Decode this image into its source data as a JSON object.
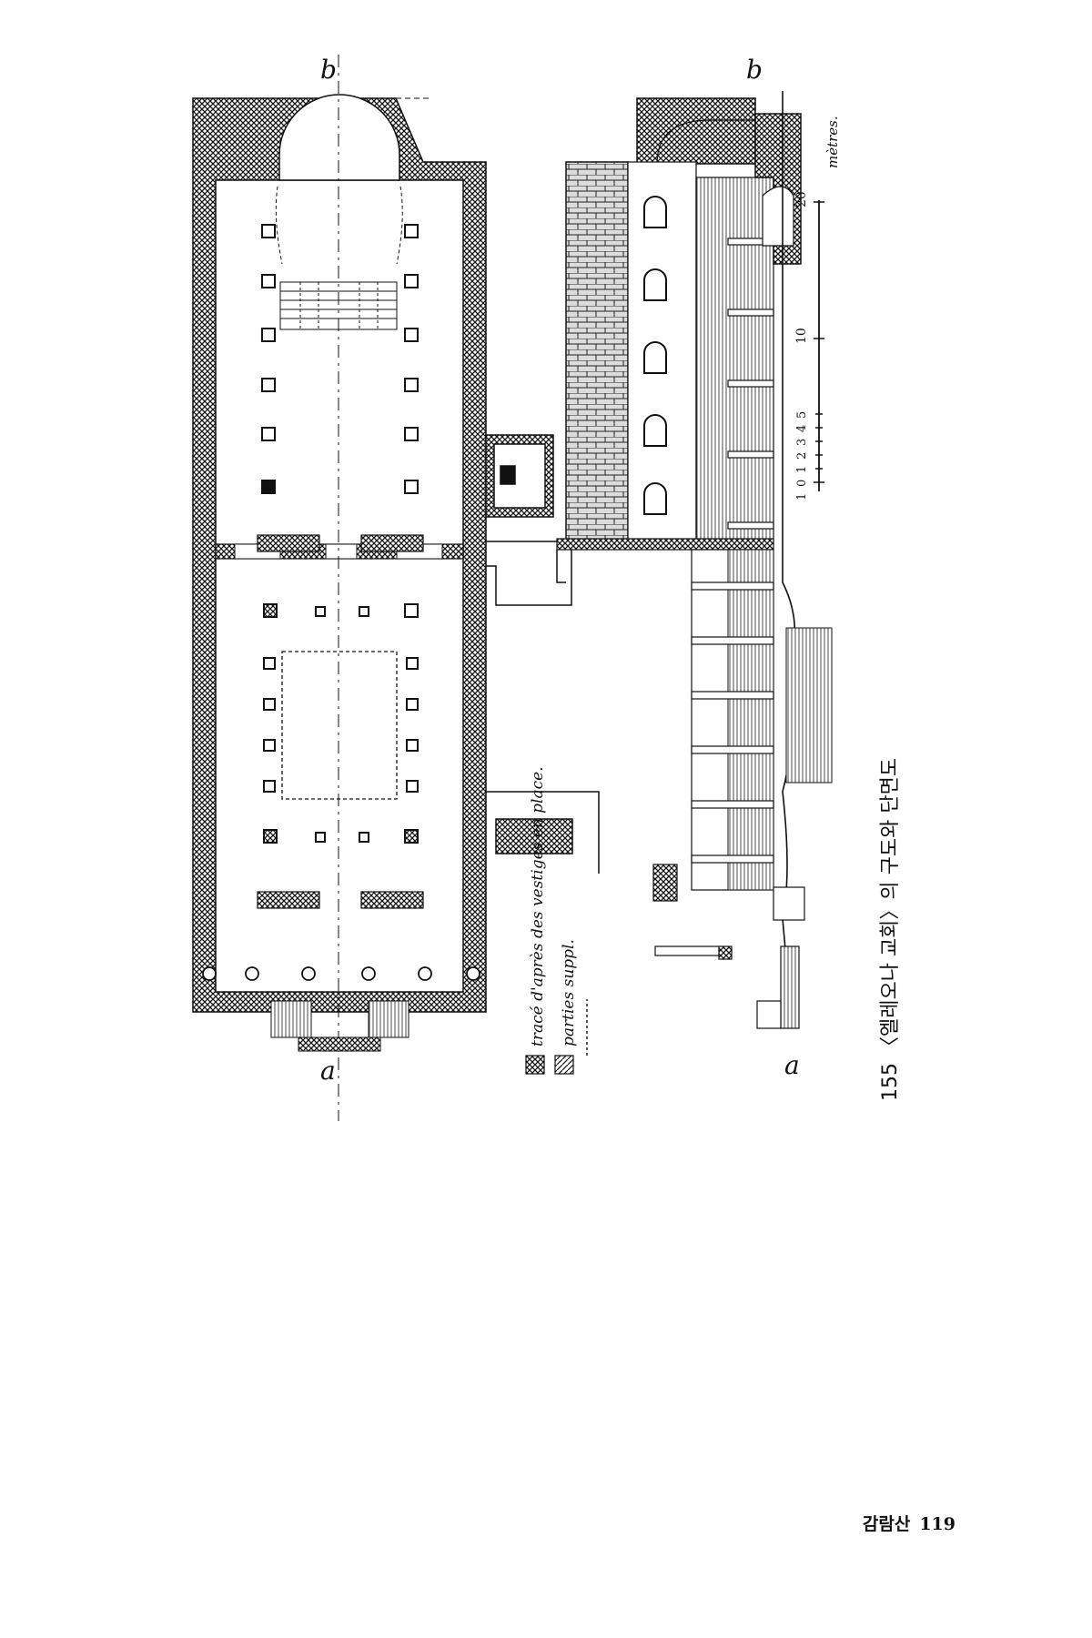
{
  "figure": {
    "section_marks": {
      "a": "a",
      "b": "b"
    },
    "legend": [
      {
        "pattern": "cross-hatch",
        "text": "tracé d'après des vestiges en place."
      },
      {
        "pattern": "diagonal-hatch",
        "text": "parties suppl."
      }
    ],
    "scale": {
      "unit": "mètres.",
      "fine_ticks": [
        "1",
        "0",
        "1",
        "2",
        "3",
        "4",
        "5"
      ],
      "major_ticks": [
        "10",
        "20"
      ]
    }
  },
  "caption": "155 〈엘레오나 교회〉의 구도와 단면도",
  "footer": {
    "running_head": "감람산",
    "page_number": "119"
  }
}
